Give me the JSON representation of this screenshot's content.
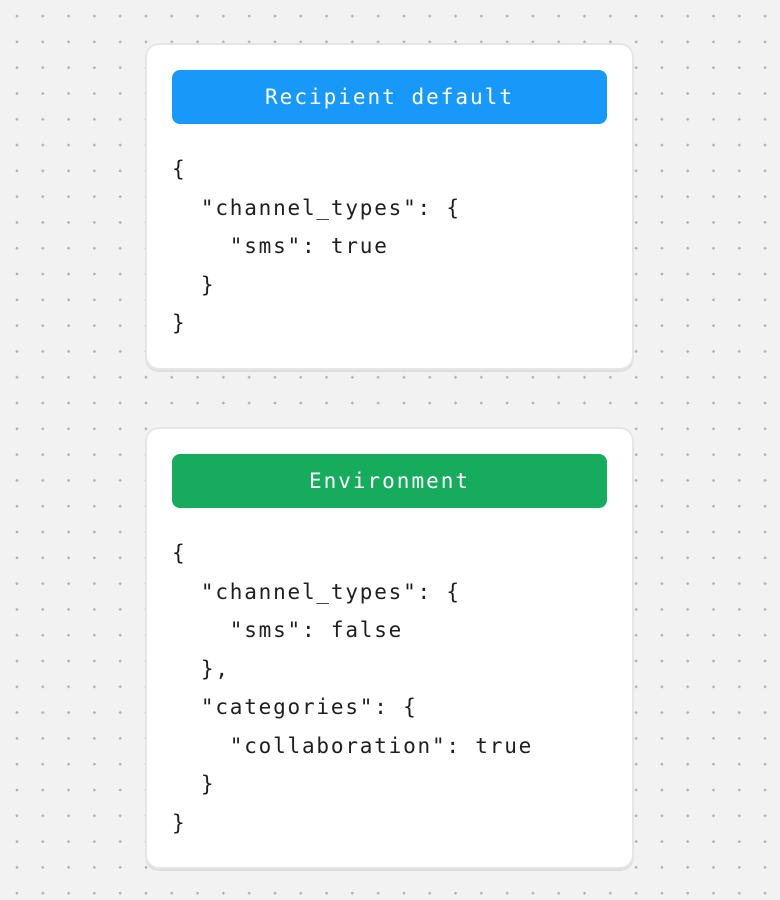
{
  "canvas": {
    "bg_color": "#f2f2f3",
    "dot_color": "#b3b3b3"
  },
  "cards": [
    {
      "title": "Recipient default",
      "title_bg": "#1899f9",
      "code_lines": [
        "{",
        "  \"channel_types\": {",
        "    \"sms\": true",
        "  }",
        "}"
      ]
    },
    {
      "title": "Environment",
      "title_bg": "#17ab5e",
      "code_lines": [
        "{",
        "  \"channel_types\": {",
        "    \"sms\": false",
        "  },",
        "  \"categories\": {",
        "    \"collaboration\": true",
        "  }",
        "}"
      ]
    }
  ]
}
